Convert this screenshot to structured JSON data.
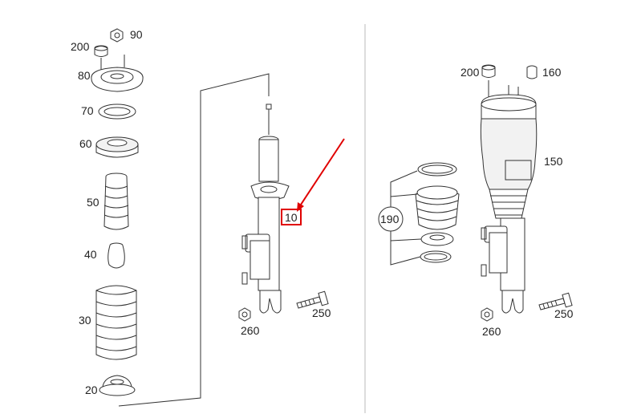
{
  "callouts": {
    "c90": "90",
    "c200a": "200",
    "c80": "80",
    "c70": "70",
    "c60": "60",
    "c50": "50",
    "c40": "40",
    "c30": "30",
    "c20": "20",
    "c10": "10",
    "c250a": "250",
    "c260a": "260",
    "c200b": "200",
    "c160": "160",
    "c150": "150",
    "c190": "190",
    "c250b": "250",
    "c260b": "260"
  },
  "highlight": {
    "color": "#e00000",
    "target": "10"
  }
}
